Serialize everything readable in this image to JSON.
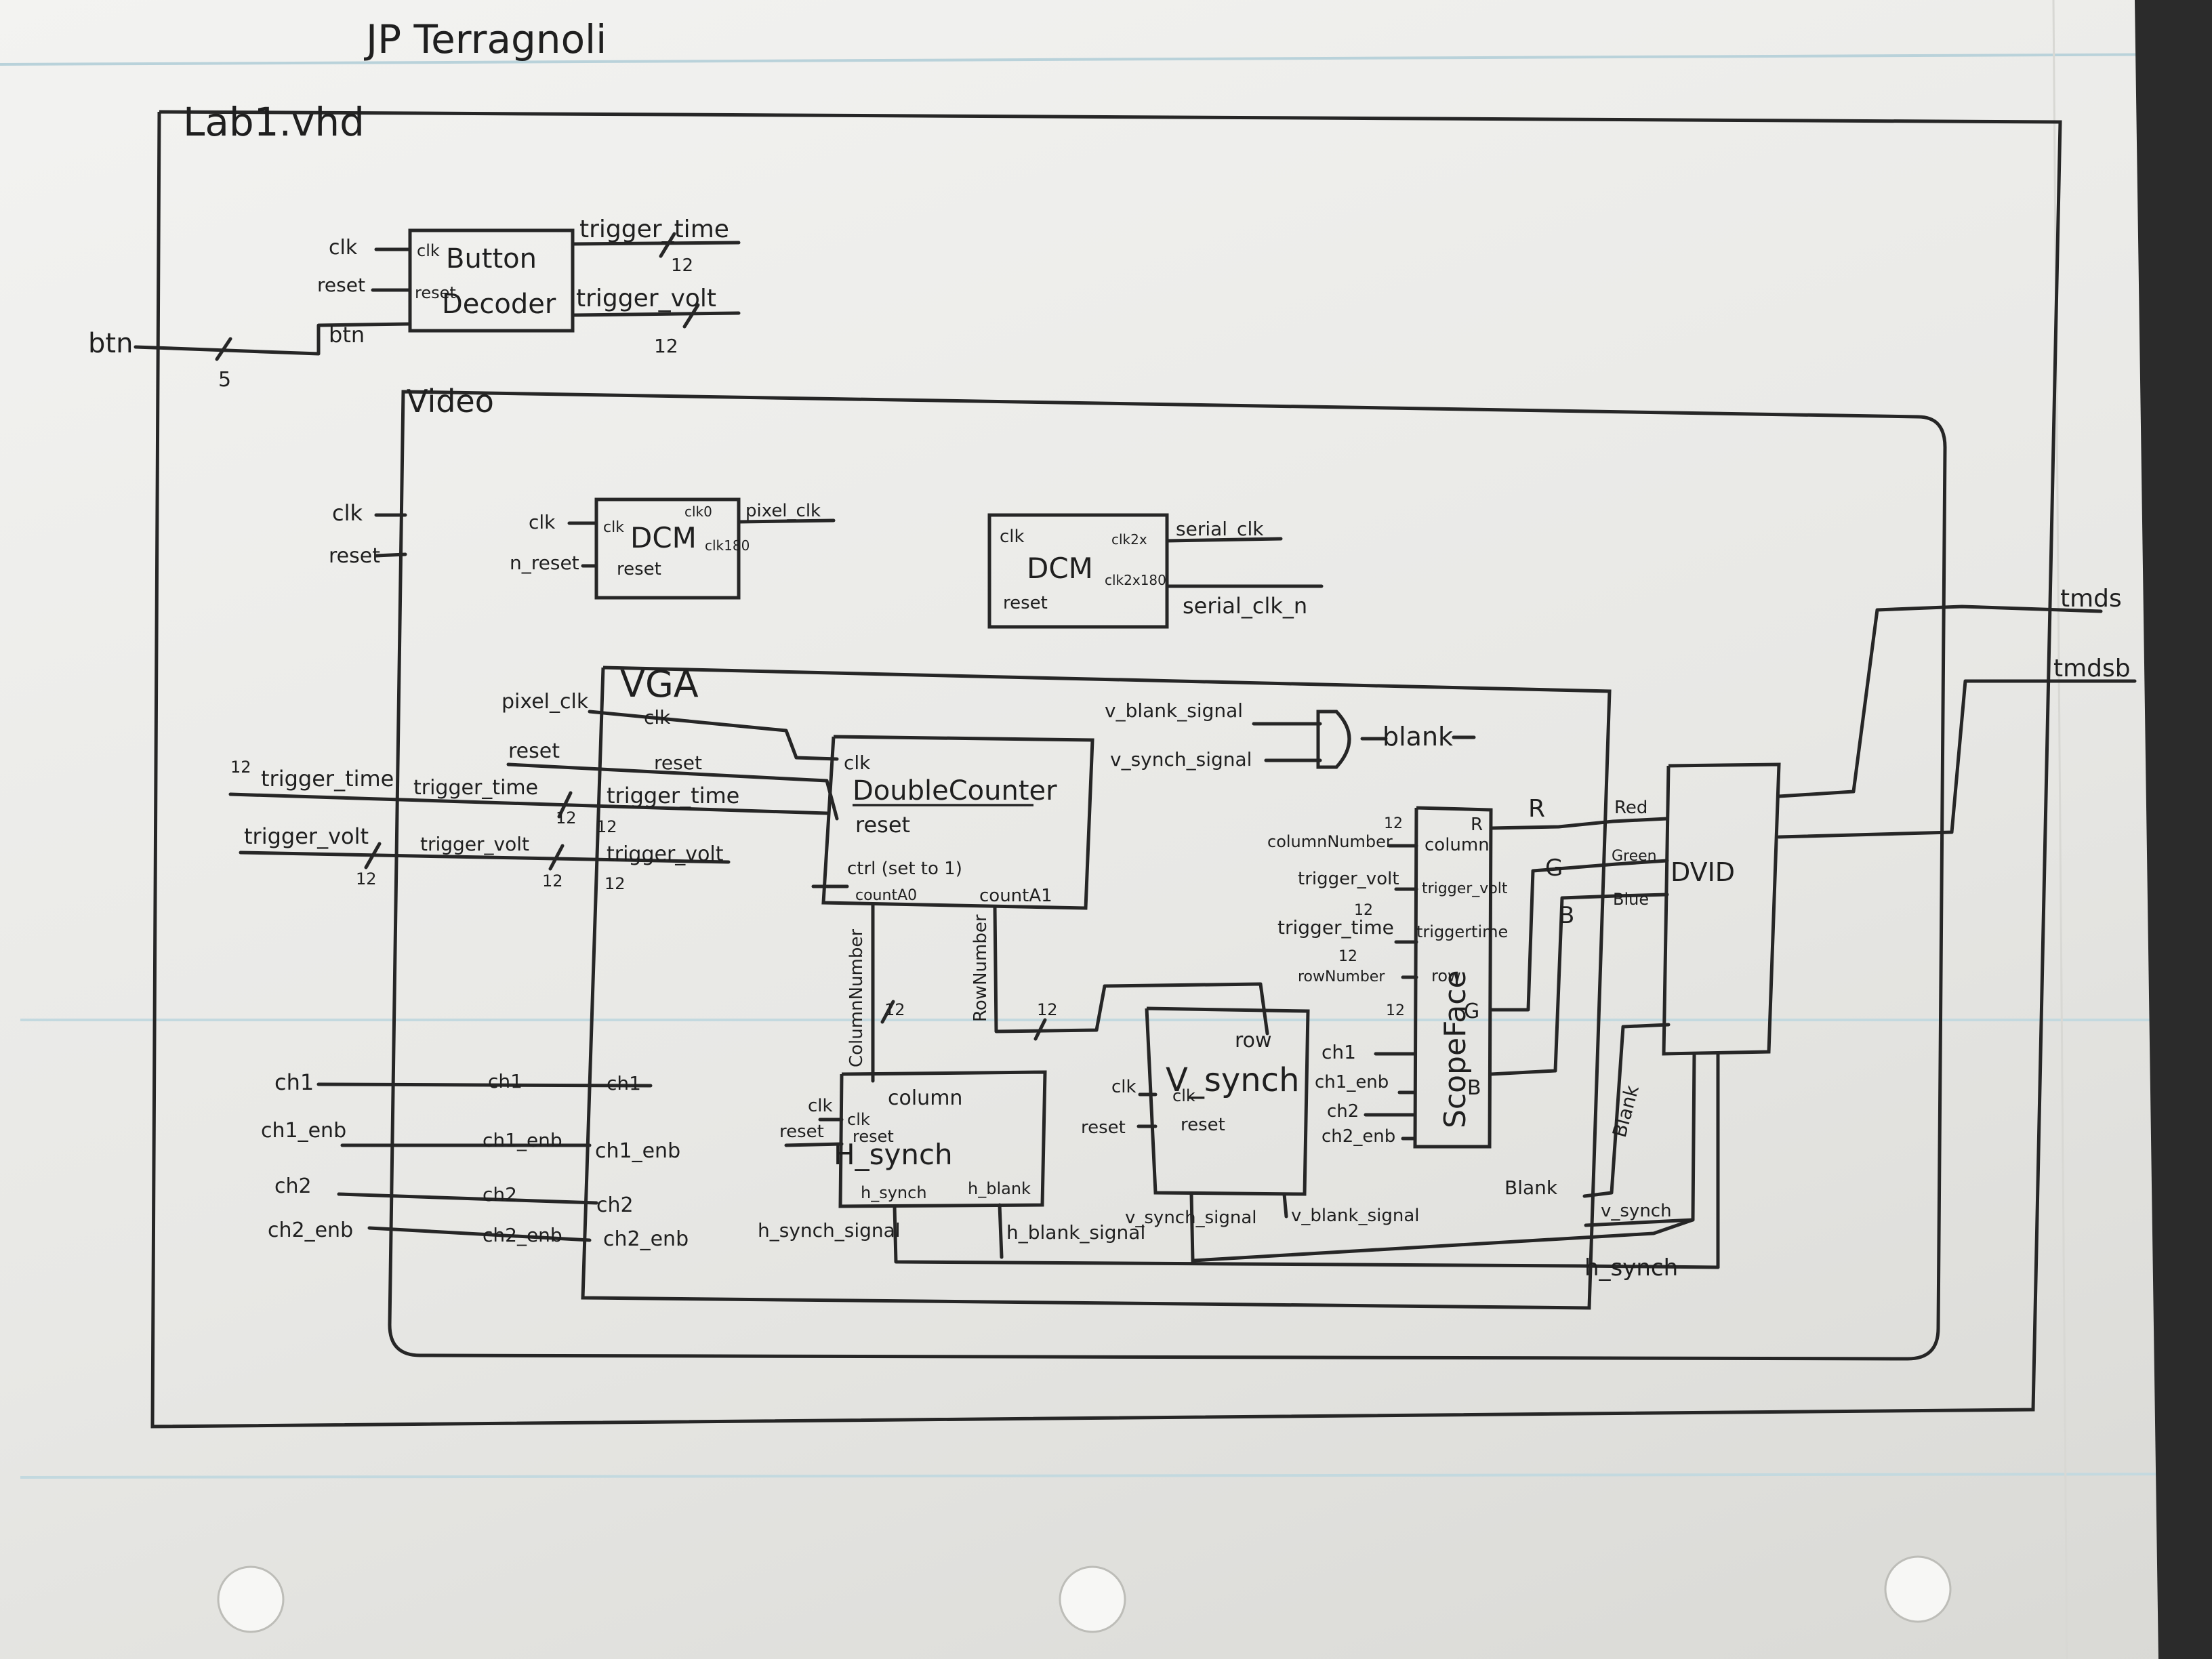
{
  "author": "JP Terragnoli",
  "top_module": {
    "name": "Lab1.vhd",
    "btn_label": "btn",
    "btn_width": "5",
    "clk_label": "clk",
    "reset_label": "reset"
  },
  "button_decoder": {
    "name_line1": "Button",
    "name_line2": "Decoder",
    "port_clk": "clk",
    "port_reset": "reset",
    "port_btn": "btn",
    "out_trigger_time": "trigger_time",
    "out_trigger_volt": "trigger_volt",
    "out_width": "12"
  },
  "video": {
    "name": "Video",
    "clk_label": "clk",
    "reset_label": "reset",
    "out_tmds": "tmds",
    "out_tmdsb": "tmdsb"
  },
  "dcm1": {
    "name": "DCM",
    "in_clk": "clk",
    "in_reset_signal": "n_reset",
    "port_clk": "clk",
    "port_reset": "reset",
    "port_out0": "clk0",
    "port_out180": "clk180",
    "out_pixel_clk": "pixel_clk"
  },
  "dcm2": {
    "name": "DCM",
    "port_clk": "clk",
    "port_reset": "reset",
    "port_out_a": "clk2x",
    "port_out_b": "clk2x180",
    "out_serial_clk": "serial_clk",
    "out_serial_clk_n": "serial_clk_n"
  },
  "vga": {
    "name": "VGA",
    "in_pixel_clk": "pixel_clk",
    "in_reset": "reset",
    "port_clk": "clk",
    "port_reset": "reset",
    "in_trigger_time": "trigger_time",
    "in_trigger_volt": "trigger_volt",
    "port_trigger_time": "trigger_time",
    "port_trigger_volt": "trigger_volt",
    "width_12": "12",
    "ch1": "ch1",
    "ch1_enb": "ch1_enb",
    "ch2": "ch2",
    "ch2_enb": "ch2_enb",
    "blank_gate_in1": "v_blank_signal",
    "blank_gate_in2": "v_synch_signal",
    "blank_out": "blank"
  },
  "double_counter": {
    "name": "DoubleCounter",
    "port_clk": "clk",
    "port_reset": "reset",
    "port_ctrl": "ctrl (set to 1)",
    "port_count_a": "countA0",
    "port_count_b": "countA1",
    "out_column": "ColumnNumber",
    "out_row": "RowNumber"
  },
  "h_synch": {
    "name": "H_synch",
    "port_column": "column",
    "port_clk": "clk",
    "port_reset": "reset",
    "port_h_synch": "h_synch",
    "port_h_blank": "h_blank",
    "out_h_synch": "h_synch_signal",
    "out_h_blank": "h_blank_signal"
  },
  "v_synch": {
    "name": "V_synch",
    "port_row": "row",
    "port_clk": "clk",
    "port_reset": "reset",
    "out_v_synch": "v_synch_signal",
    "out_v_blank": "v_blank_signal"
  },
  "scope_face": {
    "name": "ScopeFace",
    "in_column": "columnNumber",
    "in_trigger_volt": "trigger_volt",
    "in_trigger_time": "trigger_time",
    "in_row": "rowNumber",
    "in_ch1": "ch1",
    "in_ch1_enb": "ch1_enb",
    "in_ch2": "ch2",
    "in_ch2_enb": "ch2_enb",
    "port_column": "column",
    "port_trigger_volt": "trigger_volt",
    "port_trigger_time": "triggertime",
    "port_row": "row",
    "out_r": "R",
    "out_g": "G",
    "out_b": "B"
  },
  "dvid": {
    "name": "DVID",
    "port_red": "Red",
    "port_green": "Green",
    "port_blue": "Blue",
    "in_blank": "Blank",
    "in_blank2": "Blank",
    "in_v_synch": "v_synch",
    "in_h_synch": "h_synch"
  }
}
